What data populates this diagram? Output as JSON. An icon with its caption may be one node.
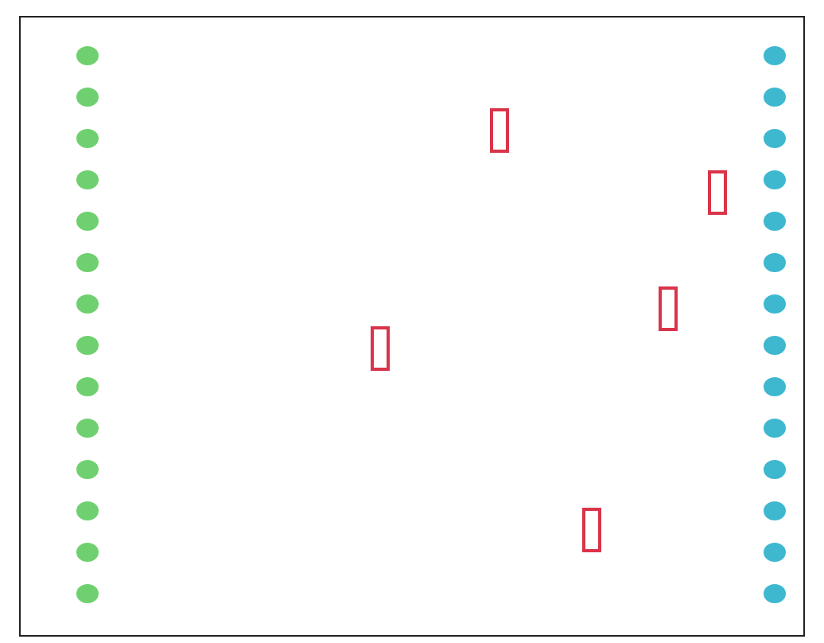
{
  "diagram": {
    "nodes": [
      {
        "text": [],
        "shape": "circle"
      },
      {
        "text": [],
        "shape": "circle"
      },
      {
        "text": [],
        "shape": "circle"
      },
      {
        "text": [],
        "shape": "circle"
      },
      {
        "text": [],
        "shape": "circle"
      },
      {
        "text": [],
        "shape": "circle"
      },
      {
        "text": [],
        "shape": "circle"
      },
      {
        "text": [],
        "shape": "circle"
      },
      {
        "text": [],
        "shape": "circle"
      },
      {
        "text": [],
        "shape": "circle"
      },
      {
        "text": [],
        "shape": "circle"
      },
      {
        "text": [],
        "shape": "circle"
      },
      {
        "text": [],
        "shape": "circle"
      },
      {
        "text": [],
        "shape": "circle"
      },
      {
        "text": [],
        "shape": "box"
      },
      {
        "text": [],
        "shape": "box"
      },
      {
        "text": [],
        "shape": "box"
      },
      {
        "text": [],
        "shape": "box"
      },
      {
        "text": [],
        "shape": "box"
      },
      {
        "text": [],
        "shape": "circle"
      },
      {
        "text": [],
        "shape": "circle"
      },
      {
        "text": [],
        "shape": "circle"
      },
      {
        "text": [],
        "shape": "circle"
      },
      {
        "text": [],
        "shape": "circle"
      },
      {
        "text": [],
        "shape": "circle"
      },
      {
        "text": [],
        "shape": "circle"
      },
      {
        "text": [],
        "shape": "circle"
      },
      {
        "text": [],
        "shape": "circle"
      },
      {
        "text": [],
        "shape": "circle"
      },
      {
        "text": [],
        "shape": "circle"
      },
      {
        "text": [],
        "shape": "circle"
      },
      {
        "text": [],
        "shape": "circle"
      },
      {
        "text": [],
        "shape": "circle"
      }
    ]
  }
}
